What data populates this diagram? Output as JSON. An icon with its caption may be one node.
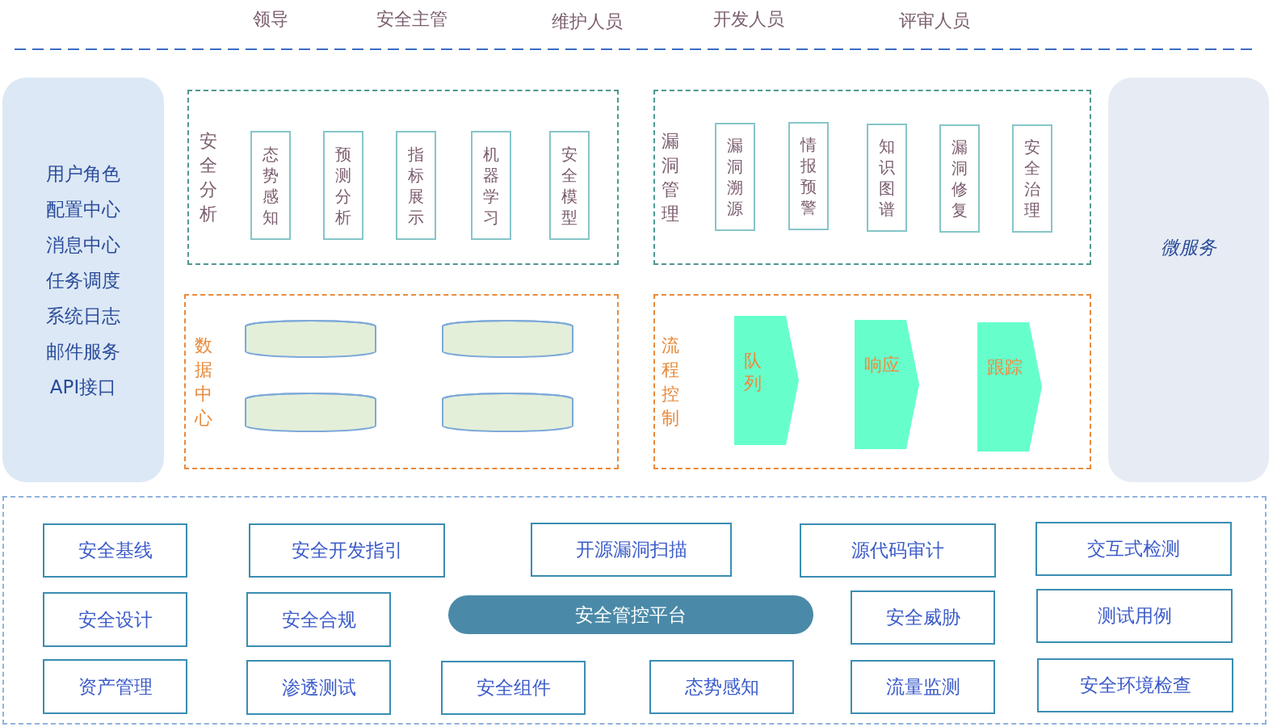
{
  "diagram": {
    "nodes": [
      {
        "text": [
          "用户角色",
          "配置中心",
          "消息中心",
          "任务调度",
          "系统日志",
          "邮件服务",
          "API接口"
        ]
      },
      {
        "text": [
          "安全分析"
        ]
      },
      {
        "text": [
          "态势感知"
        ],
        "in": 1
      },
      {
        "text": [
          "预测分析"
        ],
        "in": 1
      },
      {
        "text": [
          "指标展示"
        ],
        "in": 1
      },
      {
        "text": [
          "机器学习"
        ],
        "in": 1
      },
      {
        "text": [
          "安全模型"
        ],
        "in": 1
      },
      {
        "text": [
          "漏洞管理"
        ]
      },
      {
        "text": [
          "漏洞溯源"
        ],
        "in": 7
      },
      {
        "text": [
          "情报预警"
        ],
        "in": 7
      },
      {
        "text": [
          "知识图谱"
        ],
        "in": 7
      },
      {
        "text": [
          "漏洞修复"
        ],
        "in": 7
      },
      {
        "text": [
          "安全治理"
        ],
        "in": 7
      },
      {
        "text": [
          "数据中心"
        ]
      },
      {
        "text": [],
        "shape": "cylinder",
        "in": 13
      },
      {
        "text": [],
        "shape": "cylinder",
        "in": 13
      },
      {
        "text": [],
        "shape": "cylinder",
        "in": 13
      },
      {
        "text": [],
        "shape": "cylinder",
        "in": 13
      },
      {
        "text": [
          "流程控制"
        ]
      },
      {
        "text": [
          "队列"
        ],
        "in": 18
      },
      {
        "text": [
          "响应"
        ],
        "in": 18
      },
      {
        "text": [
          "跟踪"
        ],
        "in": 18
      },
      {
        "text": [
          "微服务"
        ]
      },
      {
        "text": [],
        "shape": "box"
      },
      {
        "text": [
          "安全基线"
        ],
        "in": 23
      },
      {
        "text": [
          "安全开发指引"
        ],
        "in": 23
      },
      {
        "text": [
          "开源漏洞扫描"
        ],
        "in": 23
      },
      {
        "text": [
          "源代码审计"
        ],
        "in": 23
      },
      {
        "text": [
          "交互式检测"
        ],
        "in": 23
      },
      {
        "text": [
          "安全设计"
        ],
        "in": 23
      },
      {
        "text": [
          "安全合规"
        ],
        "in": 23
      },
      {
        "text": [
          "安全管控平台"
        ],
        "in": 23
      },
      {
        "text": [
          "安全威胁"
        ],
        "in": 23
      },
      {
        "text": [
          "测试用例"
        ],
        "in": 23
      },
      {
        "text": [
          "资产管理"
        ],
        "in": 23
      },
      {
        "text": [
          "渗透测试"
        ],
        "in": 23
      },
      {
        "text": [
          "安全组件"
        ],
        "in": 23
      },
      {
        "text": [
          "态势感知"
        ],
        "in": 23
      },
      {
        "text": [
          "流量监测"
        ],
        "in": 23
      },
      {
        "text": [
          "安全环境检查"
        ],
        "in": 23
      }
    ],
    "labels": [
      "领导",
      "安全主管",
      "维护人员",
      "开发人员",
      "评审人员"
    ]
  }
}
